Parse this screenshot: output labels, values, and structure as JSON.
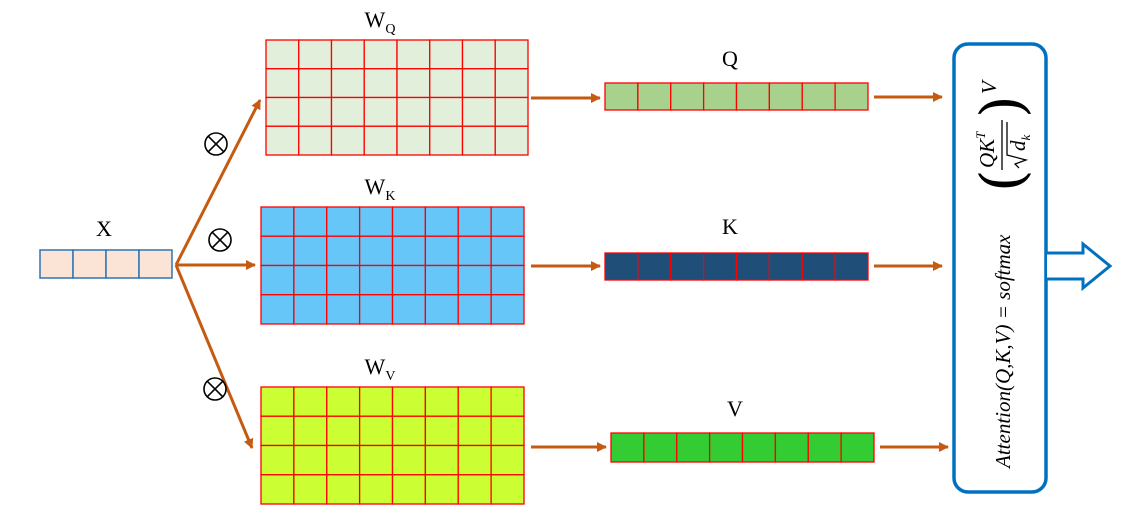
{
  "input": {
    "label": "X",
    "cells": 4,
    "fill": "#fbe3d6",
    "stroke": "#2e75b6"
  },
  "operator_symbol": "⊗",
  "weights": [
    {
      "key": "q",
      "label_main": "W",
      "label_sub": "Q",
      "rows": 4,
      "cols": 8,
      "fill": "#e2efda",
      "stroke": "#ff0000"
    },
    {
      "key": "k",
      "label_main": "W",
      "label_sub": "K",
      "rows": 4,
      "cols": 8,
      "fill": "#66c6f8",
      "stroke": "#ff0000"
    },
    {
      "key": "v",
      "label_main": "W",
      "label_sub": "V",
      "rows": 4,
      "cols": 8,
      "fill": "#ccff33",
      "stroke": "#ff0000"
    }
  ],
  "outputs": [
    {
      "key": "q",
      "label": "Q",
      "cells": 8,
      "fill": "#a9d18e",
      "stroke": "#ff0000"
    },
    {
      "key": "k",
      "label": "K",
      "cells": 8,
      "fill": "#1f4e79",
      "stroke": "#ff0000"
    },
    {
      "key": "v",
      "label": "V",
      "cells": 8,
      "fill": "#33cc33",
      "stroke": "#ff0000"
    }
  ],
  "attention_box": {
    "lhs": "Attention(Q,K,V) = softmax",
    "numerator": "QK",
    "numerator_sup": "T",
    "denominator": "d",
    "denominator_sub": "k",
    "trailing": "V",
    "border_color": "#0070c0"
  },
  "colors": {
    "arrow": "#c55a11",
    "output_arrow": "#0070c0"
  }
}
